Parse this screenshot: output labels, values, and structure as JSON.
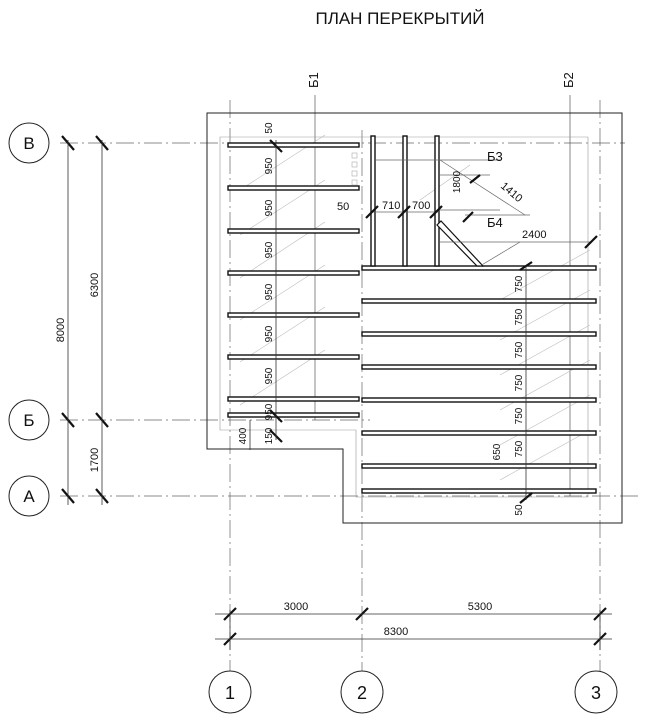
{
  "title": "ПЛАН ПЕРЕКРЫТИЙ",
  "axes": {
    "rows": [
      "В",
      "Б",
      "А"
    ],
    "columns": [
      "1",
      "2",
      "3"
    ]
  },
  "beam_marks": [
    "Б1",
    "Б2",
    "Б3",
    "Б4"
  ],
  "dimensions": {
    "left_total": "8000",
    "left_upper": "6300",
    "left_lower": "1700",
    "bottom_left": "3000",
    "bottom_right": "5300",
    "bottom_total": "8300",
    "left_span_gap_top": "50",
    "left_span_spacing": [
      "950",
      "950",
      "950",
      "950",
      "950",
      "950",
      "950"
    ],
    "left_span_edge": "150",
    "left_overhang": "400",
    "stair_offset": "50",
    "stair_gap_1": "710",
    "stair_gap_2": "700",
    "diag_b3": "1800",
    "diag_b3_len": "1410",
    "diag_b4": "2400",
    "right_span_spacing": [
      "750",
      "750",
      "750",
      "750",
      "750",
      "750"
    ],
    "right_span_extra": "650",
    "right_span_gap_bottom": "50"
  },
  "colors": {
    "line": "#111111",
    "thin": "#555555",
    "hatch": "#9a9a9a"
  }
}
